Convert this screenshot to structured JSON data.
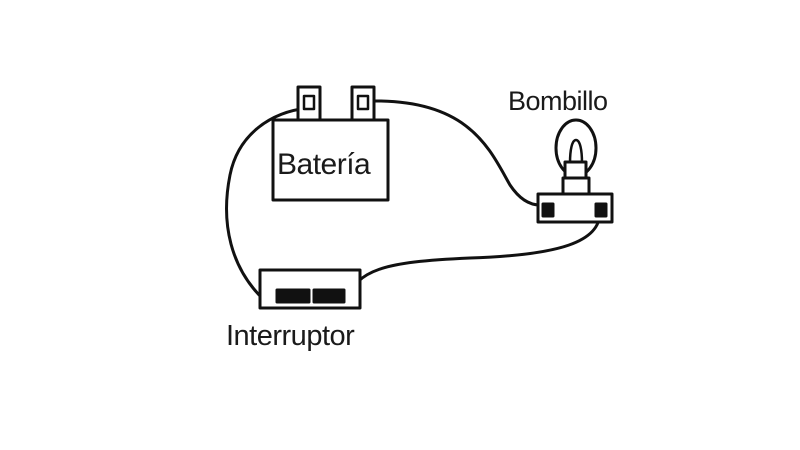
{
  "labels": {
    "battery": "Batería",
    "bulb": "Bombillo",
    "switch": "Interruptor"
  },
  "colors": {
    "stroke": "#111111",
    "fill": "#ffffff"
  }
}
